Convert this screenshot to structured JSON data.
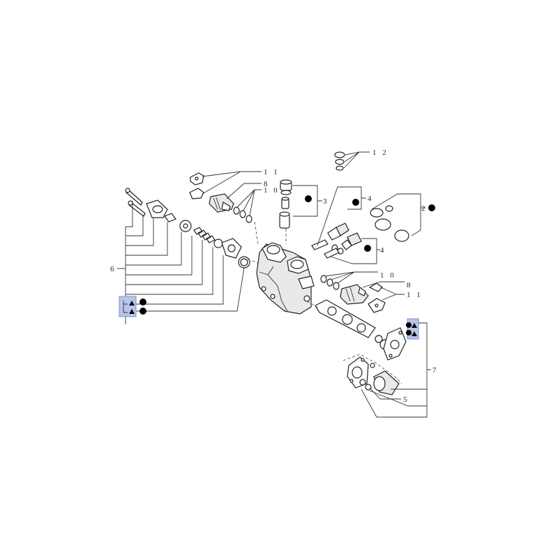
{
  "diagram": {
    "callouts": {
      "c1": "1 2",
      "c2": "1 1",
      "c3": "8",
      "c4": "1 0",
      "c5": "3",
      "c6": "4",
      "c7": "2",
      "c8": "6",
      "c9": "4",
      "c10": "1 0",
      "c11": "8",
      "c12": "1 1",
      "c13": "7",
      "c14": "5"
    },
    "colors": {
      "marker_box": "#b8c4ea",
      "line": "#222222",
      "dot": "#000000"
    },
    "icons": [
      "filled-circle-icon",
      "triangle-up-icon",
      "part-marker-box"
    ]
  }
}
